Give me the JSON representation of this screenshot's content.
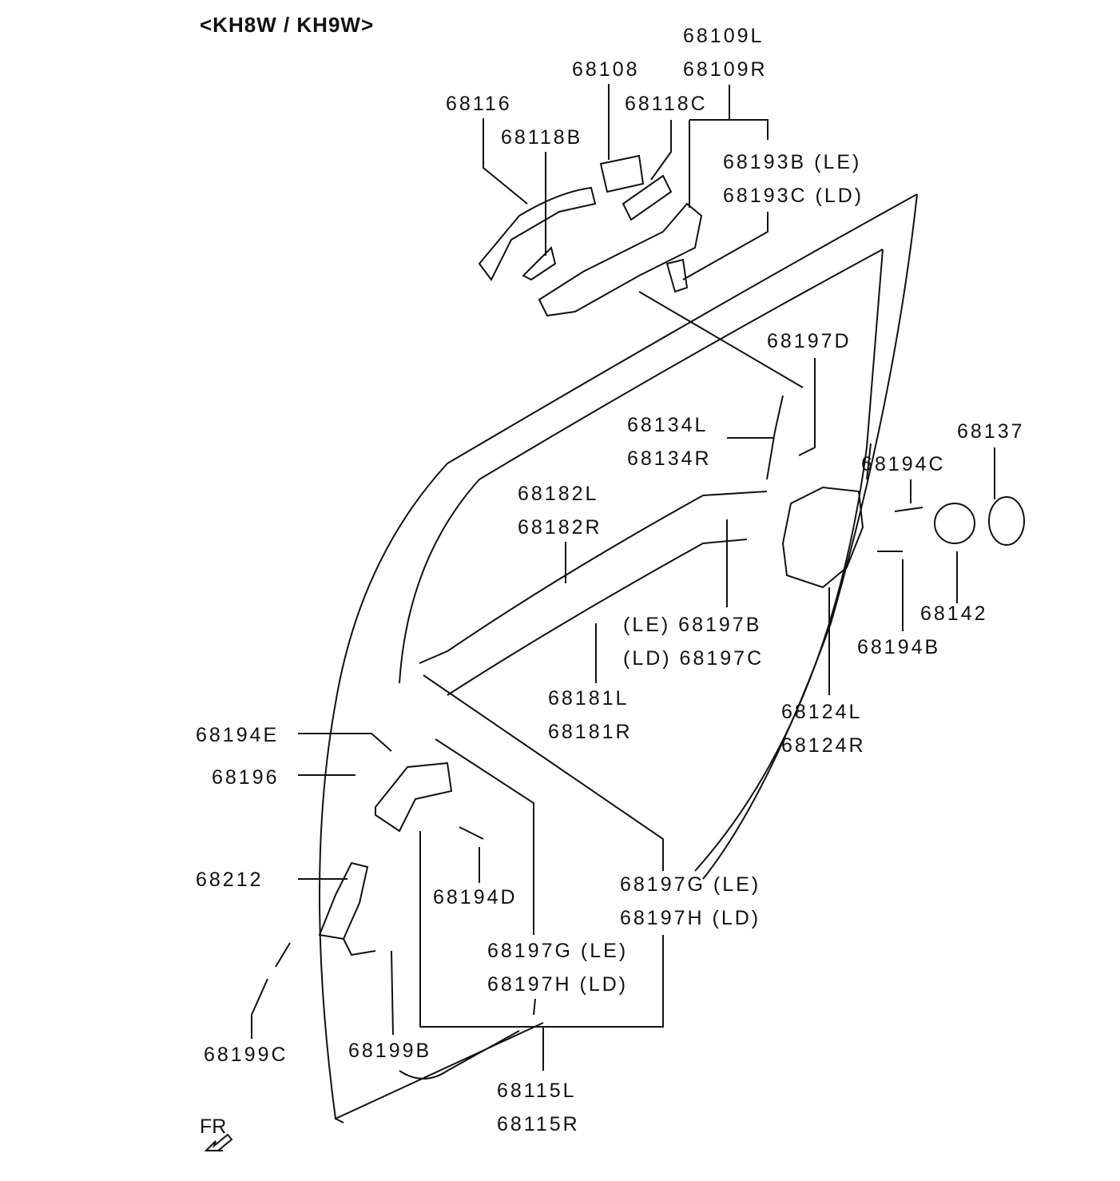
{
  "title": "<KH8W / KH9W>",
  "labels": {
    "p68109L": "68109L",
    "p68109R": "68109R",
    "p68108": "68108",
    "p68116": "68116",
    "p68118C": "68118C",
    "p68118B": "68118B",
    "p68193B": "68193B (LE)",
    "p68193C": "68193C (LD)",
    "p68197D": "68197D",
    "p68134L": "68134L",
    "p68134R": "68134R",
    "p68137": "68137",
    "p68194C": "68194C",
    "p68182L": "68182L",
    "p68182R": "68182R",
    "p68142": "68142",
    "p68197B": "(LE) 68197B",
    "p68197C": "(LD) 68197C",
    "p68194B": "68194B",
    "p68181L": "68181L",
    "p68181R": "68181R",
    "p68124L": "68124L",
    "p68124R": "68124R",
    "p68194E": "68194E",
    "p68196": "68196",
    "p68212": "68212",
    "p68197G_a": "68197G (LE)",
    "p68197H_a": "68197H (LD)",
    "p68194D": "68194D",
    "p68197G_b": "68197G (LE)",
    "p68197H_b": "68197H (LD)",
    "p68199C": "68199C",
    "p68199B": "68199B",
    "p68115L": "68115L",
    "p68115R": "68115R"
  },
  "direction_label": "FR"
}
